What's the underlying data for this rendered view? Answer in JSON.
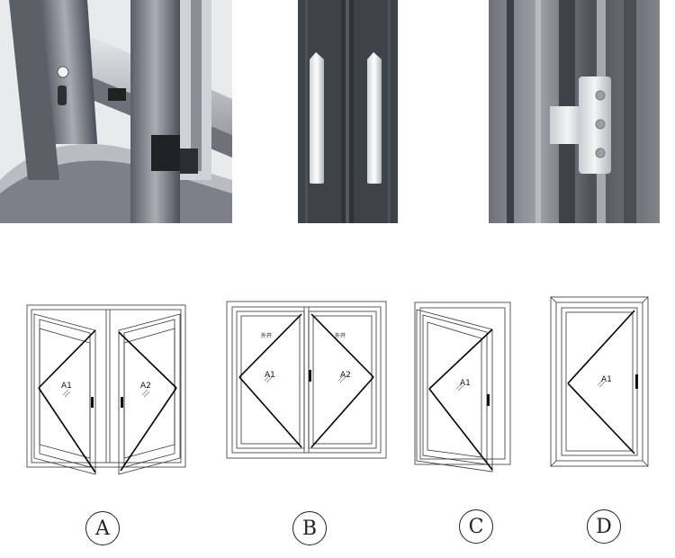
{
  "labels": {
    "a": "A",
    "b": "B",
    "c": "C",
    "d": "D"
  },
  "sash_marks": {
    "a_left": "A1",
    "a_right": "A2",
    "b_left": "A1",
    "b_right": "A2",
    "b_top_left": "外开",
    "b_top_right": "外开",
    "c": "A1",
    "d": "A1"
  },
  "colors": {
    "frame_dark": "#3a3d42",
    "frame_mid": "#8a8e95",
    "frame_light": "#d6d8dc",
    "line": "#222222"
  }
}
